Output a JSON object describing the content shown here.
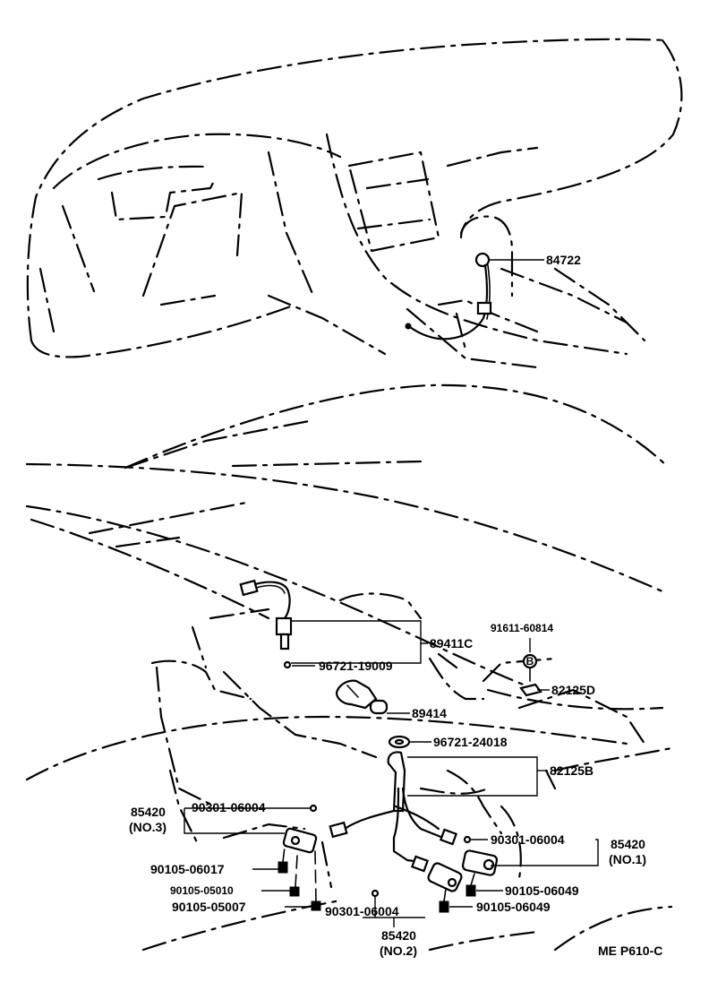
{
  "labels": {
    "p84722": "84722",
    "p89411c": "89411C",
    "p96721_19009": "96721-19009",
    "p89414": "89414",
    "p91611": "91611-60814",
    "p82125d": "82125D",
    "p96721_24018": "96721-24018",
    "p82125b": "82125B",
    "p85420_no3_a": "85420",
    "p85420_no3_b": "(NO.3)",
    "p90301_a": "90301-06004",
    "p90105_06017": "90105-06017",
    "p90105_05010": "90105-05010",
    "p90105_05007": "90105-05007",
    "p90301_b": "90301-06004",
    "p85420_no2_a": "85420",
    "p85420_no2_b": "(NO.2)",
    "p90301_c": "90301-06004",
    "p85420_no1_a": "85420",
    "p85420_no1_b": "(NO.1)",
    "p90105_06049_a": "90105-06049",
    "p90105_06049_b": "90105-06049",
    "circle_b": "B"
  },
  "footer": {
    "code": "ME P610-C"
  }
}
